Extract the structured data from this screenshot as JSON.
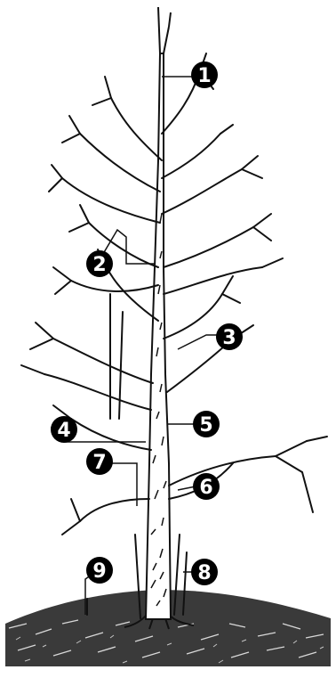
{
  "diagram": {
    "callouts": [
      {
        "label": "1"
      },
      {
        "label": "2"
      },
      {
        "label": "3"
      },
      {
        "label": "4"
      },
      {
        "label": "5"
      },
      {
        "label": "6"
      },
      {
        "label": "7"
      },
      {
        "label": "8"
      },
      {
        "label": "9"
      }
    ]
  },
  "colors": {
    "ink": "#111111",
    "badge_fill": "#000000",
    "badge_text": "#ffffff",
    "background": "#ffffff"
  }
}
